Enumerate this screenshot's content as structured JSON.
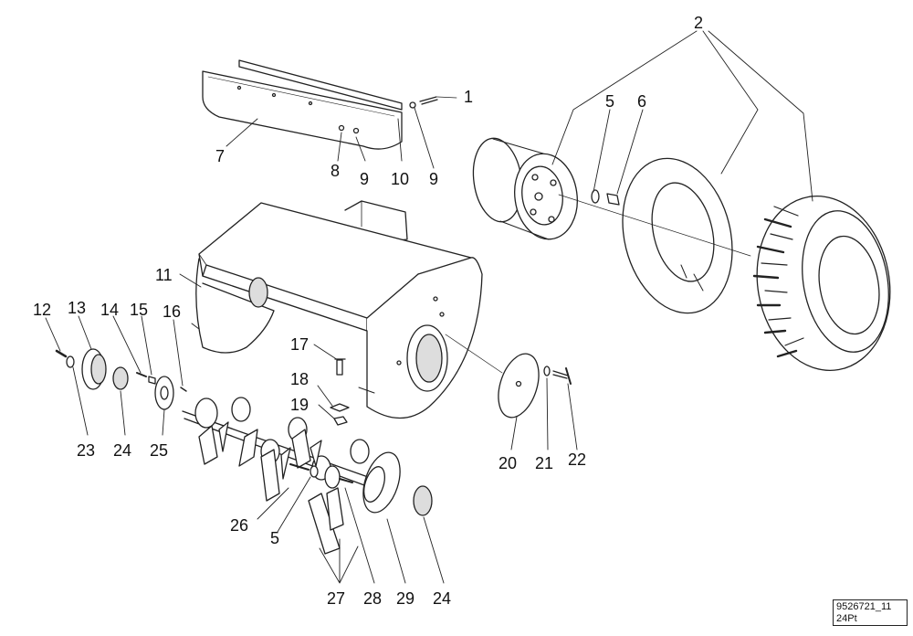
{
  "callouts": {
    "c1": "1",
    "c2": "2",
    "c5a": "5",
    "c6": "6",
    "c7": "7",
    "c8": "8",
    "c9a": "9",
    "c10": "10",
    "c9b": "9",
    "c11": "11",
    "c12": "12",
    "c13": "13",
    "c14": "14",
    "c15": "15",
    "c16": "16",
    "c17": "17",
    "c18": "18",
    "c19": "19",
    "c20": "20",
    "c21": "21",
    "c22": "22",
    "c23": "23",
    "c24a": "24",
    "c25": "25",
    "c26": "26",
    "c5b": "5",
    "c27": "27",
    "c28": "28",
    "c29": "29",
    "c24b": "24"
  },
  "reference": {
    "code": "9526721_11",
    "note": "24Pt"
  },
  "colors": {
    "line": "#222222",
    "background": "#ffffff"
  }
}
